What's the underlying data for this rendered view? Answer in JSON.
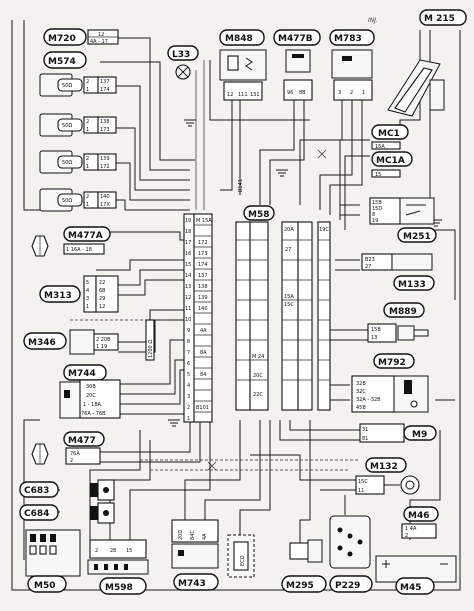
{
  "labels": {
    "m720": "M720",
    "m574": "M574",
    "l33": "L33",
    "m848": "M848",
    "m477b": "M477B",
    "m783": "M783",
    "m215": "M 215",
    "inj": "INJ.",
    "mc1": "MC1",
    "mc1a": "MC1A",
    "m58": "M58",
    "m477a": "M477A",
    "m251": "M251",
    "m313": "M313",
    "m133": "M133",
    "m889": "M889",
    "m346": "M346",
    "m792": "M792",
    "m744": "M744",
    "m9": "M9",
    "m477": "M477",
    "m132": "M132",
    "c683": "C683",
    "c684": "C684",
    "m46": "M46",
    "m50": "M50",
    "m598": "M598",
    "m743": "M743",
    "m295": "M295",
    "p229": "P229",
    "m45": "M45"
  },
  "pins": {
    "m720_a": "12",
    "m720_b": "4A - 17",
    "m574_r1a": "2",
    "m574_r1b": "137",
    "m574_r2a": "1",
    "m574_r2b": "174",
    "m574_r3a": "2",
    "m574_r3b": "138",
    "m574_r4a": "1",
    "m574_r4b": "173",
    "m574_r5a": "2",
    "m574_r5b": "139",
    "m574_r6a": "1",
    "m574_r6b": "172",
    "m574_r7a": "2",
    "m574_r7b": "140",
    "m574_r8a": "1",
    "m574_r8b": "17X",
    "inj1": "50Ω",
    "inj2": "50Ω",
    "inj3": "50Ω",
    "inj4": "50Ω",
    "m477a_pins": "1 16A - 18",
    "m313_r1": "22",
    "m313_r2": "6B",
    "m313_r3": "29",
    "m313_r4": "12",
    "m313_n1": "5",
    "m313_n2": "4",
    "m313_n3": "3",
    "m313_n4": "1",
    "m346_r1": "2 20B",
    "m346_r2": "1 19",
    "m744_r1": "30B",
    "m744_r2": "20C",
    "m744_r3": "1 - 18A",
    "m744_r4": "76A - 76B",
    "m477_r1": "76A",
    "m477_r2": "2",
    "m251_r1": "15B",
    "m251_r2": "15D",
    "m251_r3": "8",
    "m251_r4": "19",
    "m133_r1": "B23",
    "m133_r2": "27",
    "m889_r1": "15B",
    "m889_r2": "13",
    "m792_r1": "32B",
    "m792_r2": "32C",
    "m792_r3": "32A - 32B",
    "m792_r4": "45B",
    "m9_r1": "31",
    "m9_r2": "81",
    "m132_r1": "15C",
    "m132_r2": "11",
    "m46_r1": "1 4A",
    "m46_r2": "2",
    "m58_c1": "19",
    "m58_c2": "18",
    "m58_c3": "17",
    "m58_c4": "16",
    "m58_c5": "15",
    "m58_c6": "14",
    "m58_c7": "13",
    "m58_c8": "12",
    "m58_c9": "11",
    "m58_c10": "10",
    "m58_c11": "9",
    "m58_c12": "8",
    "m58_c13": "7",
    "m58_c14": "6",
    "m58_c15": "5",
    "m58_c16": "4",
    "m58_c17": "3",
    "m58_c18": "2",
    "m58_c19": "1",
    "m58_w1": "M 15A",
    "m58_w2": "172",
    "m58_w3": "173",
    "m58_w4": "174",
    "m58_w5": "137",
    "m58_w6": "138",
    "m58_w7": "139",
    "m58_w8": "140",
    "m58_w9": "4A",
    "m58_w10": "8A",
    "m58_w11": "84",
    "m58_w12": "B101",
    "m58_w13": "M 24",
    "m58_w14": "20C",
    "m58_w15": "22C",
    "m58_w16": "20A",
    "m58_w17": "27",
    "m58_w18": "15A",
    "m58_w19": "15C",
    "m58_w20": "19C",
    "m848_p1": "12",
    "m848_p2": "111",
    "m848_p3": "131",
    "m477b_p1": "96",
    "m477b_p2": "8B",
    "m783_p1": "3",
    "m783_p2": "2",
    "m783_p3": "1",
    "vert_b141": "B141",
    "vert_1200": "1200 Ω",
    "vert_eco": "ECO",
    "m743_p1": "20D",
    "m743_p2": "84C",
    "m743_p3": "4A",
    "m598_p1": "2",
    "m598_p2": "28",
    "m598_p3": "15",
    "mc_15a": "15A",
    "mc_1": "15"
  },
  "colors": {
    "ink": "#111111",
    "paper": "#f4f2ee",
    "box": "#ffffff"
  }
}
